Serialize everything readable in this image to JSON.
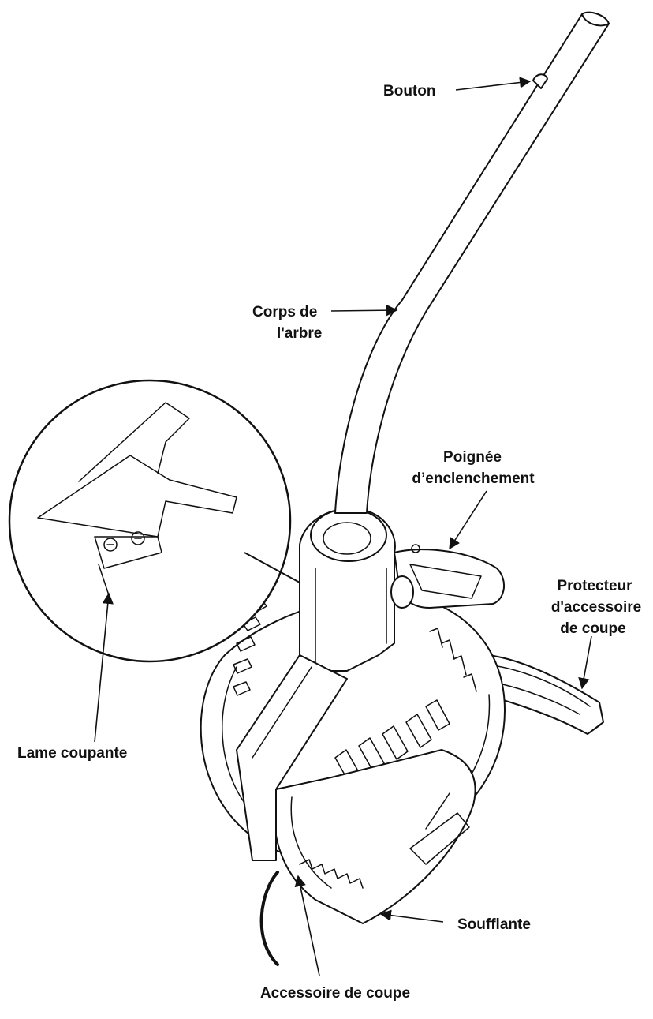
{
  "labels": {
    "bouton": "Bouton",
    "corps_line1": "Corps de",
    "corps_line2": "l'arbre",
    "poignee_line1": "Poignée",
    "poignee_line2": "d’enclenchement",
    "protecteur_line1": "Protecteur",
    "protecteur_line2": "d'accessoire",
    "protecteur_line3": "de coupe",
    "lame": "Lame coupante",
    "soufflante": "Soufflante",
    "accessoire": "Accessoire de coupe"
  },
  "colors": {
    "ink": "#111111",
    "background": "#ffffff"
  }
}
